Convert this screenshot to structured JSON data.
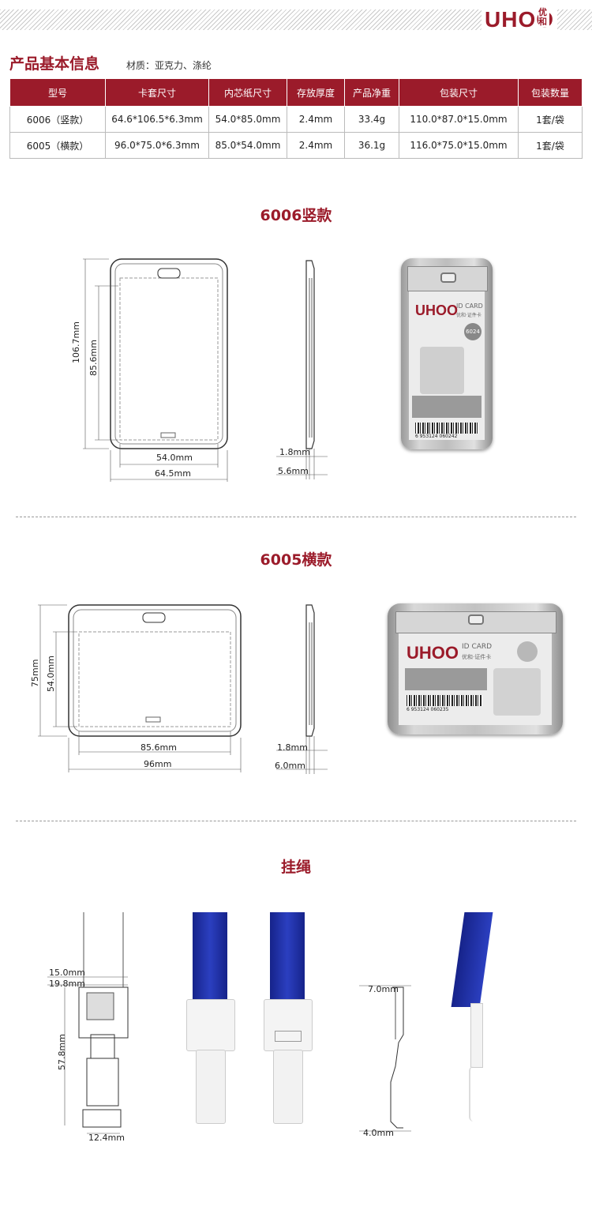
{
  "brand": {
    "logo": "UHOO",
    "sub": "优和"
  },
  "info": {
    "title": "产品基本信息",
    "material": "材质：亚克力、涤纶"
  },
  "table": {
    "headers": [
      "型号",
      "卡套尺寸",
      "内芯纸尺寸",
      "存放厚度",
      "产品净重",
      "包装尺寸",
      "包装数量"
    ],
    "rows": [
      [
        "6006（竖款）",
        "64.6*106.5*6.3mm",
        "54.0*85.0mm",
        "2.4mm",
        "33.4g",
        "110.0*87.0*15.0mm",
        "1套/袋"
      ],
      [
        "6005（横款）",
        "96.0*75.0*6.3mm",
        "85.0*54.0mm",
        "2.4mm",
        "36.1g",
        "116.0*75.0*15.0mm",
        "1套/袋"
      ]
    ]
  },
  "vertical": {
    "title": "6006竖款",
    "dims": {
      "height_outer": "106.7mm",
      "height_inner": "85.6mm",
      "width_inner": "54.0mm",
      "width_outer": "64.5mm",
      "thick1": "1.8mm",
      "thick2": "5.6mm"
    },
    "product": {
      "logo": "UHOO",
      "label": "ID CARD",
      "sub": "优和·证件卡",
      "code": "6024",
      "barcode": "6 953124 060242"
    }
  },
  "horizontal": {
    "title": "6005横款",
    "dims": {
      "height_outer": "75mm",
      "height_inner": "54.0mm",
      "width_inner": "85.6mm",
      "width_outer": "96mm",
      "thick1": "1.8mm",
      "thick2": "6.0mm"
    },
    "product": {
      "logo": "UHOO",
      "label": "ID CARD",
      "sub": "优和·证件卡",
      "barcode": "6 953124 060235"
    }
  },
  "lanyard": {
    "title": "挂绳",
    "dims": {
      "w1": "15.0mm",
      "w2": "19.8mm",
      "h": "57.8mm",
      "w3": "12.4mm",
      "t1": "7.0mm",
      "t2": "4.0mm"
    },
    "colors": {
      "strap": "#1e2fa0"
    }
  },
  "colors": {
    "accent": "#9b1b2a"
  }
}
